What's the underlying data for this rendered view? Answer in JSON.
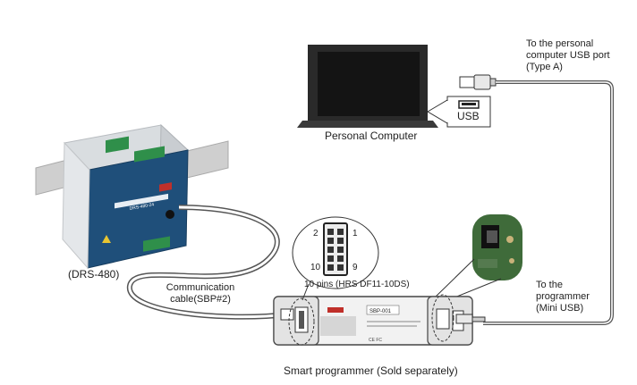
{
  "labels": {
    "pc_usb_port": [
      "To the personal",
      "computer USB port",
      "(Type A)"
    ],
    "usb_tag": "USB",
    "personal_computer": "Personal Computer",
    "drs_model": "(DRS-480)",
    "comm_cable": [
      "Communication",
      "cable(SBP#2)"
    ],
    "pins_top_left": "2",
    "pins_top_right": "1",
    "pins_bottom_left": "10",
    "pins_bottom_right": "9",
    "pins_caption": "10 pins (HRS DF11-10DS)",
    "to_programmer": [
      "To the",
      "programmer",
      "(Mini USB)"
    ],
    "smart_programmer": "Smart programmer (Sold separately)",
    "programmer_model": "SBP-001",
    "psu_model_print": "DRS-480-24"
  },
  "colors": {
    "psu_blue": "#1f4f7a",
    "psu_green_terminal": "#2f8f4a",
    "laptop_dark": "#2a2a2a",
    "programmer_body": "#f2f2f2",
    "pcb_green": "#3f6b3a",
    "brand_red": "#c0302a"
  },
  "icons": [
    "usb-plug-icon",
    "mini-usb-plug-icon",
    "usb-port-icon"
  ]
}
